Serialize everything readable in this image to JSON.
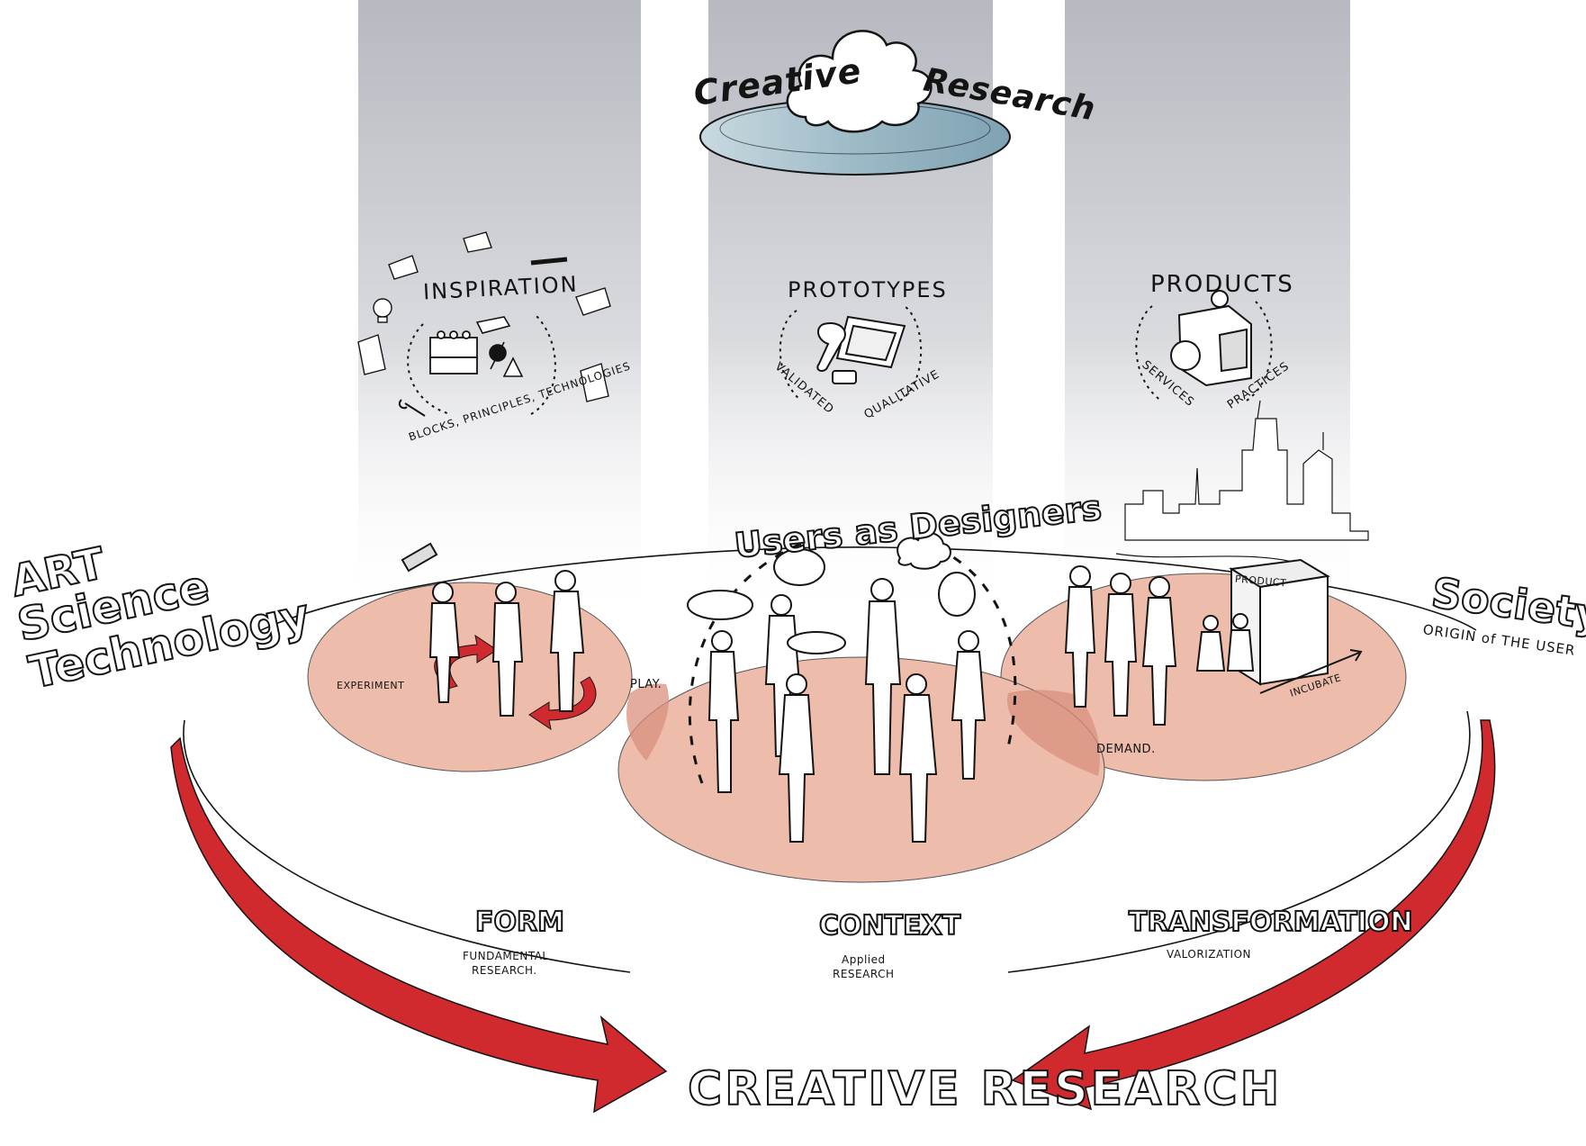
{
  "top": {
    "left_word": "Creative",
    "right_word": "Research"
  },
  "columns": {
    "inspiration": {
      "title": "INSPIRATION",
      "caption": "BLOCKS, PRINCIPLES, TECHNOLOGIES"
    },
    "prototypes": {
      "title": "PROTOTYPES",
      "caption_left": "VALIDATED",
      "caption_right": "QUALITATIVE"
    },
    "products": {
      "title": "PRODUCTS",
      "caption_left": "SERVICES",
      "caption_right": "PRACTICES"
    }
  },
  "left_side": {
    "line1": "ART",
    "line2": "Science",
    "line3": "Technology"
  },
  "right_side": {
    "title": "Society",
    "subtitle": "ORIGIN of THE USER"
  },
  "scene": {
    "users_as_designers": "Users as Designers",
    "experiment": "EXPERIMENT",
    "play": "PLAY.",
    "demand": "DEMAND.",
    "product_box": "PRODUCT",
    "incubate": "INCUBATE"
  },
  "bottom": {
    "form": {
      "title": "FORM",
      "line1": "FUNDAMENTAL",
      "line2": "RESEARCH."
    },
    "context": {
      "title": "CONTEXT",
      "line1": "Applied",
      "line2": "RESEARCH"
    },
    "transformation": {
      "title": "TRANSFORMATION",
      "line1": "VALORIZATION"
    },
    "creative_research": "CREATIVE RESEARCH"
  },
  "colors": {
    "column_gray": "#b9bcc3",
    "circle_fill": "#edbcab",
    "circle_overlap": "#d9907e",
    "arrow_red": "#d02a2f",
    "ink": "#141414",
    "disc_blue": "#8fb0c0"
  }
}
